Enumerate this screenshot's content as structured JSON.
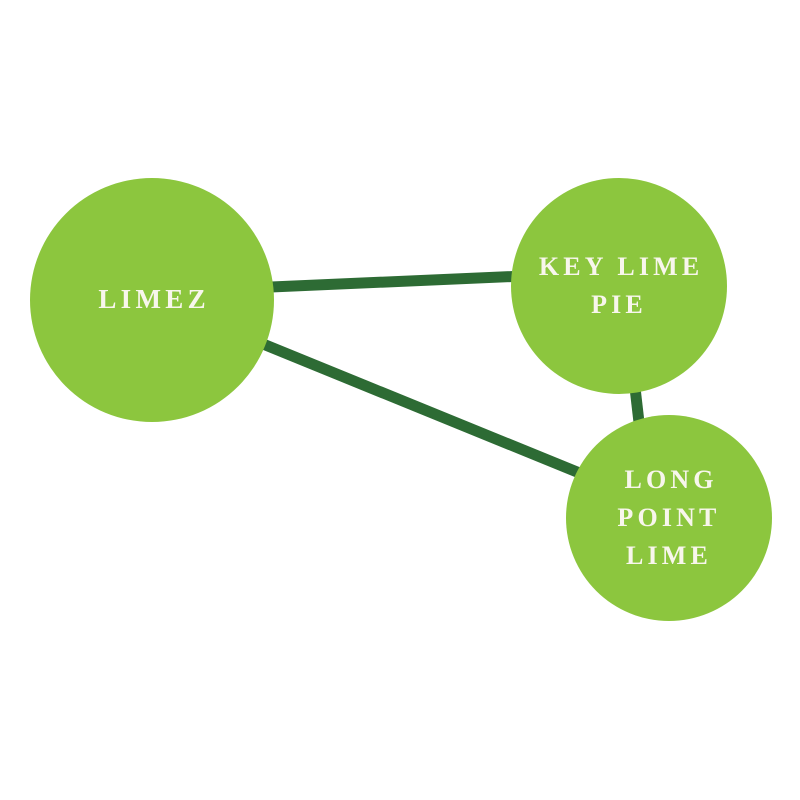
{
  "diagram": {
    "type": "node-link-graph",
    "colors": {
      "canvas_background": "#ffffff",
      "node_fill": "#8cc63e",
      "edge": "#2d6b34",
      "label_text": "#f8f6ec"
    },
    "nodes": [
      {
        "id": "limez",
        "label": "LIMEZ"
      },
      {
        "id": "key-lime-pie",
        "label": "KEY LIME\nPIE"
      },
      {
        "id": "long-point-lime",
        "label": "LONG\nPOINT\nLIME"
      }
    ],
    "edges": [
      {
        "from": "limez",
        "to": "key-lime-pie"
      },
      {
        "from": "limez",
        "to": "long-point-lime"
      },
      {
        "from": "key-lime-pie",
        "to": "long-point-lime"
      }
    ]
  }
}
